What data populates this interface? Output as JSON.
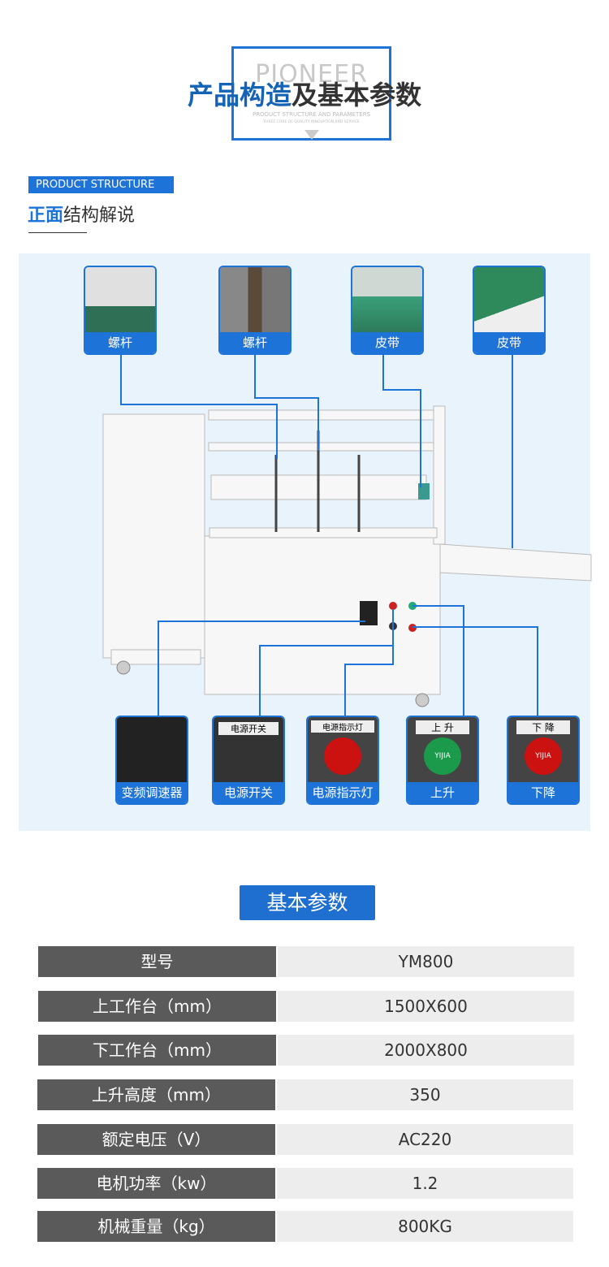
{
  "header": {
    "title_blue": "产品构造",
    "title_dark": "及基本参数",
    "watermark": "PIONEER",
    "subtitle": "PRODUCT STRUCTURE AND PARAMETERS",
    "subtitle2": "THREE CORE OF QUALITY INNOVATION AND SERVICE"
  },
  "section": {
    "badge": "PRODUCT STRUCTURE",
    "heading_blue": "正面",
    "heading_dark": "结构解说"
  },
  "top_parts": [
    {
      "label": "螺杆"
    },
    {
      "label": "螺杆"
    },
    {
      "label": "皮带"
    },
    {
      "label": "皮带"
    }
  ],
  "bottom_parts": [
    {
      "label": "变频调速器"
    },
    {
      "label": "电源开关"
    },
    {
      "label": "电源指示灯"
    },
    {
      "label": "上升"
    },
    {
      "label": "下降"
    }
  ],
  "thumb_text": {
    "switch": "电源开关",
    "lamp": "电源指示灯",
    "up": "上 升",
    "down": "下 降",
    "brand": "YIJIA"
  },
  "params": {
    "title": "基本参数",
    "rows": [
      {
        "key": "型号",
        "value": "YM800"
      },
      {
        "key": "上工作台（mm）",
        "value": "1500X600"
      },
      {
        "key": "下工作台（mm）",
        "value": "2000X800"
      },
      {
        "key": "上升高度（mm）",
        "value": "350"
      },
      {
        "key": "额定电压（V）",
        "value": "AC220"
      },
      {
        "key": "电机功率（kw）",
        "value": "1.2"
      },
      {
        "key": "机械重量（kg）",
        "value": "800KG"
      }
    ]
  },
  "colors": {
    "accent": "#1e73d8",
    "key_bg": "#5a5a5a",
    "value_bg": "#ededed",
    "diagram_bg": "#e8f3fc"
  }
}
